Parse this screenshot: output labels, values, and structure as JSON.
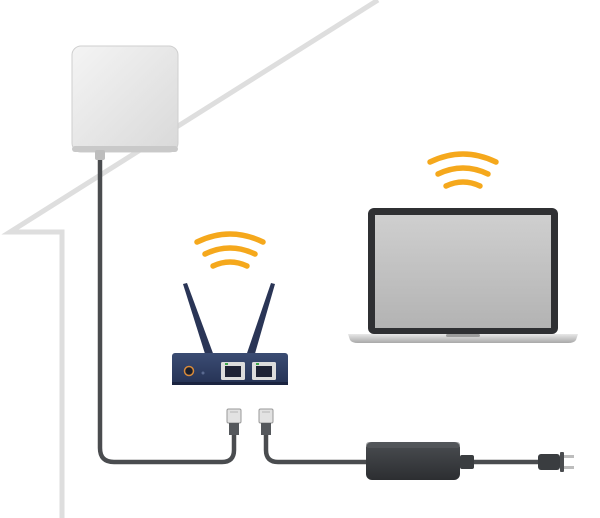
{
  "diagram": {
    "components": [
      {
        "id": "outdoor-antenna",
        "icon": "outdoor-antenna-panel-icon"
      },
      {
        "id": "router",
        "icon": "wifi-router-icon",
        "antennas": 2,
        "lan_ports": 2
      },
      {
        "id": "laptop",
        "icon": "laptop-icon"
      },
      {
        "id": "poe-adapter",
        "icon": "poe-power-adapter-icon"
      },
      {
        "id": "ethernet-plugs",
        "icon": "rj45-connector-icon",
        "count": 2
      },
      {
        "id": "power-plug",
        "icon": "ac-power-plug-icon"
      }
    ],
    "signals": [
      {
        "source": "router",
        "icon": "wifi-signal-icon",
        "color": "#f5a81c"
      },
      {
        "source": "laptop",
        "icon": "wifi-signal-icon",
        "color": "#f5a81c"
      }
    ],
    "connections": [
      {
        "from": "outdoor-antenna",
        "to": "ethernet-plugs",
        "medium": "cable"
      },
      {
        "from": "ethernet-plugs",
        "to": "poe-adapter",
        "medium": "cable"
      },
      {
        "from": "poe-adapter",
        "to": "power-plug",
        "medium": "cable"
      }
    ],
    "colors": {
      "house_outline": "#dcdcdc",
      "cable": "#4a4c4f",
      "router_body": "#2f3f63",
      "signal": "#f5a81c",
      "adapter": "#3a3d40"
    }
  }
}
